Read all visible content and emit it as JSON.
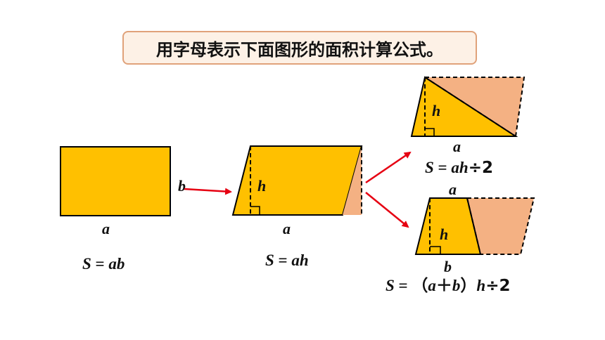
{
  "title": "用字母表示下面图形的面积计算公式。",
  "colors": {
    "shape_fill": "#ffc000",
    "cut_fill": "#f4b183",
    "arrow": "#e60012",
    "title_border": "#e0a27a",
    "title_bg": "#fdf1e6"
  },
  "rectangle": {
    "label_a": "a",
    "label_b": "b",
    "formula": {
      "S": "S",
      "eq": " = ",
      "expr": "ab"
    }
  },
  "parallelogram": {
    "label_a": "a",
    "label_h": "h",
    "formula": {
      "S": "S",
      "eq": " = ",
      "expr": "ah"
    }
  },
  "triangle": {
    "label_a": "a",
    "label_h": "h",
    "formula": {
      "S": "S",
      "eq": " = ",
      "expr": "ah",
      "div": "÷",
      "two": "2"
    }
  },
  "trapezoid": {
    "label_a": "a",
    "label_b": "b",
    "label_h": "h",
    "formula": {
      "S": "S",
      "eq": " = ",
      "lp": "（",
      "a": "a",
      "plus": "＋",
      "b": "b",
      "rp": "）",
      "h": "h",
      "div": "÷",
      "two": "2"
    }
  }
}
